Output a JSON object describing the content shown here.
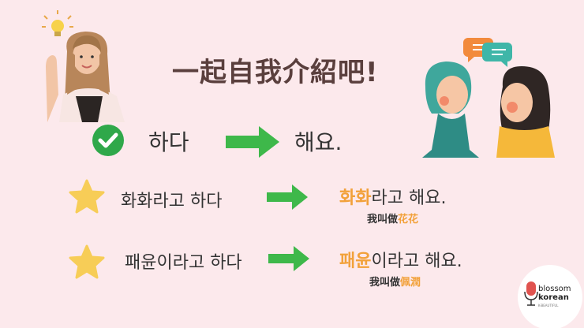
{
  "title": "一起自我介紹吧!",
  "rows": [
    {
      "left": "하다",
      "right": "해요."
    },
    {
      "left": "화화라고 하다",
      "right_hl": "화화",
      "right_rest": "라고 해요.",
      "cn_prefix": "我叫做",
      "cn_name": "花花"
    },
    {
      "left": "패윤이라고 하다",
      "right_hl": "패윤",
      "right_rest": "이라고 해요.",
      "cn_prefix": "我叫做",
      "cn_name": "佩潤"
    }
  ],
  "logo": {
    "line1": "blossom",
    "line2": "korean",
    "line3": "K-BEAUTIFUL"
  },
  "colors": {
    "background": "#fce9ec",
    "accent": "#f2a13a",
    "arrow": "#3eb84a",
    "check": "#2fa84a",
    "star": "#f7cd57"
  },
  "icons": [
    "check-circle-icon",
    "star-icon",
    "right-arrow-icon",
    "lightbulb-icon",
    "speech-bubble-icon",
    "microphone-icon"
  ]
}
